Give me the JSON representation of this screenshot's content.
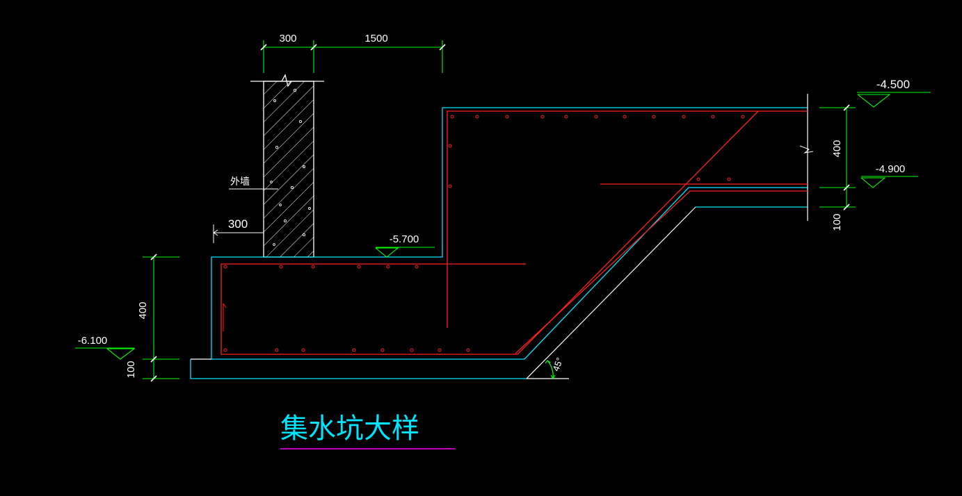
{
  "drawing": {
    "title": "集水坑大样",
    "wall_label": "外墙",
    "dimensions": {
      "wall_width": "300",
      "offset_width": "1500",
      "wall_projection": "300",
      "pit_depth_left": "400",
      "slab_left": "100",
      "step_depth_right": "400",
      "slab_right": "100"
    },
    "levels": {
      "top": "-4.500",
      "mid": "-4.900",
      "step": "-5.700",
      "bottom": "-6.100"
    },
    "angle": "45°"
  },
  "colors": {
    "background": "#000000",
    "outline": "#00e5ff",
    "rebar": "#ff2020",
    "dimension": "#00ff00",
    "title_underline": "#ff00ff",
    "text": "#ffffff"
  }
}
